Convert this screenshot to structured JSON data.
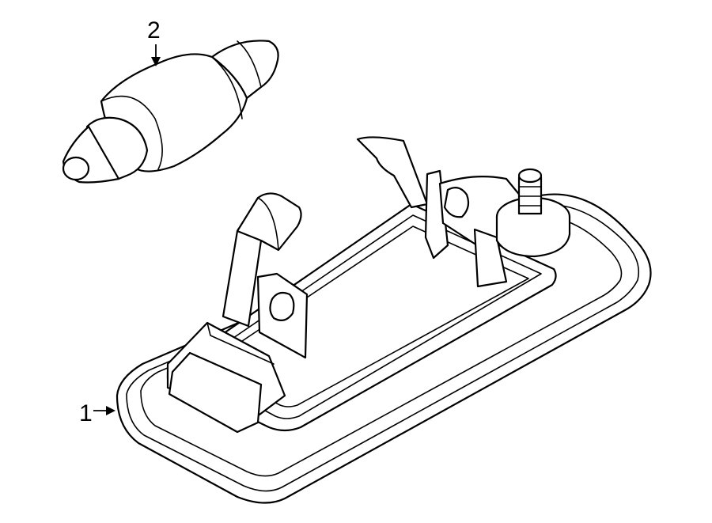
{
  "callouts": [
    {
      "number": "1",
      "part": "license-lamp-housing"
    },
    {
      "number": "2",
      "part": "bulb"
    }
  ]
}
